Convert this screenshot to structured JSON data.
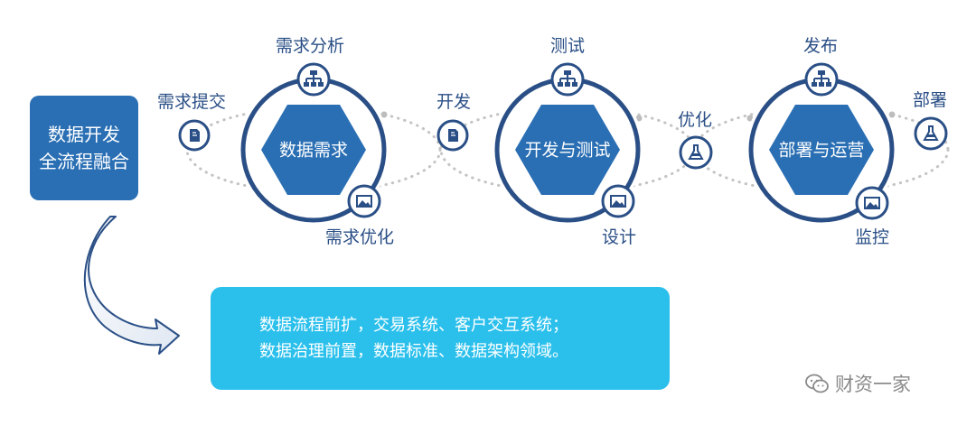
{
  "title_box": {
    "line1": "数据开发",
    "line2": "全流程融合"
  },
  "stages": [
    {
      "hex_label": "数据需求",
      "top_label": "需求分析",
      "left_label": "需求提交",
      "bottom_label": "需求优化"
    },
    {
      "hex_label": "开发与测试",
      "top_label": "测试",
      "left_label": "开发",
      "bottom_label": "设计"
    },
    {
      "hex_label": "部署与运营",
      "top_label": "发布",
      "left_label": "优化",
      "bottom_label": "监控",
      "right_label": "部署"
    }
  ],
  "note": {
    "line1": "数据流程前扩，交易系统、客户交互系统；",
    "line2": "数据治理前置，数据标准、数据架构领域。"
  },
  "watermark": "财资一家",
  "colors": {
    "dark_blue": "#2a4f86",
    "mid_blue": "#2a6fb4",
    "light_blue": "#2bc0ec",
    "dots": "#bdbdbd"
  },
  "icons": [
    "org-chart-icon",
    "image-icon",
    "document-icon",
    "flask-icon",
    "wechat-icon",
    "curved-arrow-icon"
  ]
}
